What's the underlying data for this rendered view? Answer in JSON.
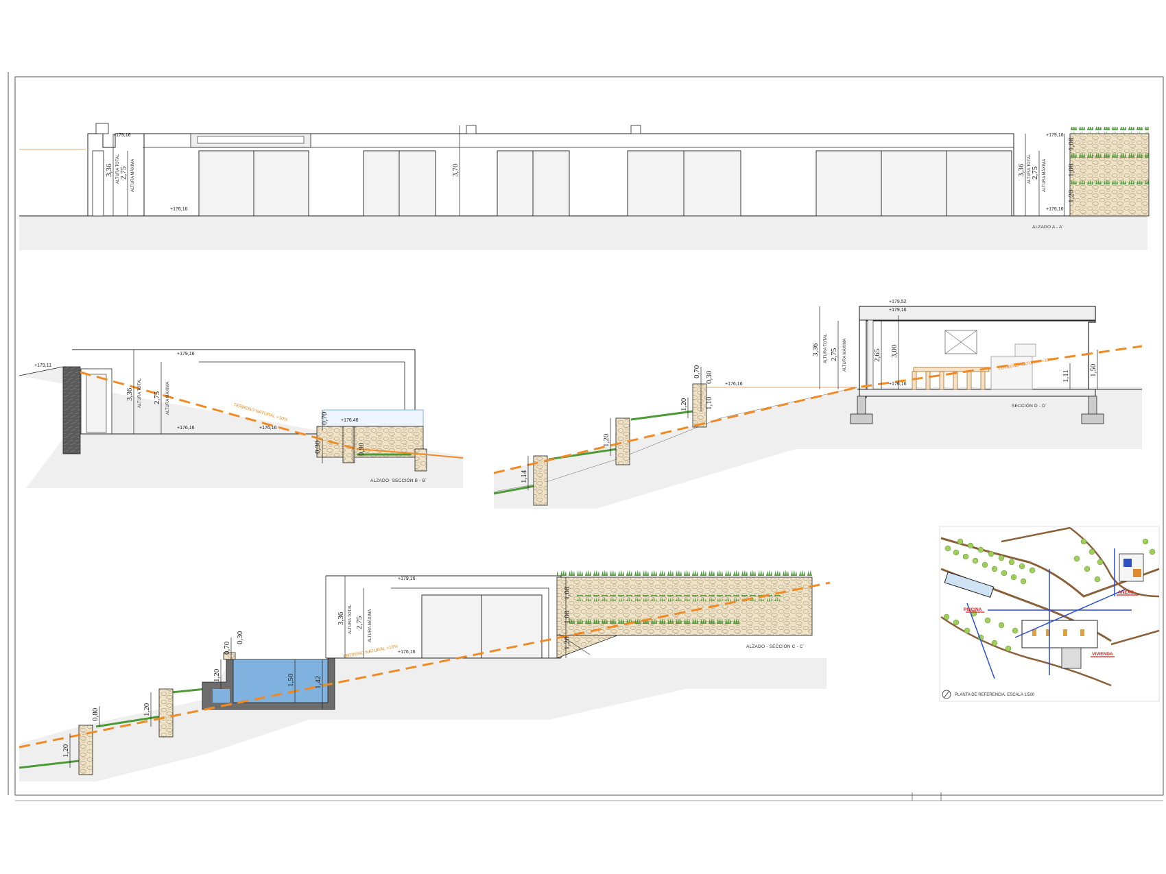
{
  "elevation_a": {
    "caption": "ALZADO A - A´",
    "dims": [
      "3,36",
      "2,75",
      "3,70",
      "1,08",
      "1,08",
      "1,20"
    ],
    "height_labels": [
      "ALTURA TOTAL",
      "ALTURA MÁXIMA"
    ],
    "levels": [
      "+179,16",
      "+176,16",
      "+179,16",
      "+176,16"
    ]
  },
  "section_b": {
    "caption": "ALZADO- SECCIÓN B - B´",
    "terrain_label": "TERRENO NATURAL +10%",
    "dims": [
      "3,36",
      "2,75",
      "0,70",
      "0,30",
      "0,90"
    ],
    "height_labels": [
      "ALTURA TOTAL",
      "ALTURA MÁXIMA"
    ],
    "levels": [
      "+179,11",
      "+179,16",
      "+176,16",
      "+176,46"
    ]
  },
  "section_d": {
    "caption": "SECCIÓN D - D´",
    "terrain_label": "TERRENO NATURAL +10%",
    "dims": [
      "3,36",
      "2,75",
      "2,65",
      "3,00",
      "1,11",
      "1,50",
      "0,70",
      "0,30",
      "1,20",
      "1,10",
      "1,20",
      "1,14"
    ],
    "height_labels": [
      "ALTURA TOTAL",
      "ALTURA MÁXIMA"
    ],
    "levels": [
      "+179,52",
      "+179,16",
      "+176,16",
      "+176,16"
    ]
  },
  "section_c": {
    "caption": "ALZADO - SECCIÓN C - C´",
    "terrain_label": "TERRENO NATURAL +10%",
    "dims": [
      "3,36",
      "2,75",
      "1,08",
      "1,08",
      "1,20",
      "1,20",
      "0,70",
      "0,30",
      "1,50",
      "1,42",
      "1,20",
      "0,80",
      "1,20"
    ],
    "height_labels": [
      "ALTURA TOTAL",
      "ALTURA MÁXIMA"
    ],
    "levels": [
      "+179,16",
      "+176,16"
    ]
  },
  "reference_plan": {
    "caption": "PLANTA DE REFERENCIA. ESCALA 1/500",
    "labels": [
      "PISCINA",
      "VIVIENDA",
      "ANEXO"
    ]
  },
  "colors": {
    "terrain_line": "#f08a24",
    "pool_water": "#7fb2df",
    "stone": "#e8d6b8",
    "ground": "#efefef",
    "vegetation": "#3f8a2e",
    "section_lines": "#2a4cd1",
    "plan_red": "#e21b1b"
  }
}
